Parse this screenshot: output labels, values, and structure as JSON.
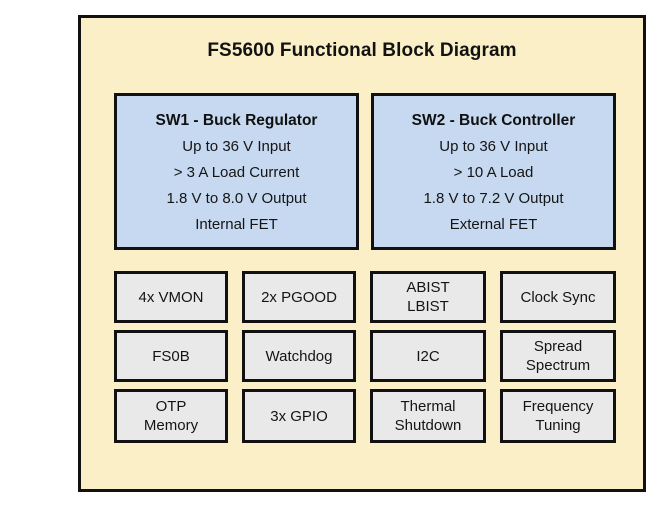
{
  "diagram": {
    "title": "FS5600 Functional Block Diagram",
    "colors": {
      "canvas_background": "#FAEFC6",
      "page_background": "#FFFFFF",
      "border": "#111111",
      "power_block_fill": "#C6D9F0",
      "feature_block_fill": "#E9E9E9",
      "text": "#121212"
    },
    "power_blocks": [
      {
        "id": "sw1",
        "heading": "SW1 - Buck Regulator",
        "specs": [
          "Up to 36 V Input",
          "> 3 A Load Current",
          "1.8 V to 8.0 V Output",
          "Internal FET"
        ]
      },
      {
        "id": "sw2",
        "heading": "SW2 - Buck Controller",
        "specs": [
          "Up to 36 V Input",
          "> 10 A Load",
          "1.8 V to 7.2 V Output",
          "External FET"
        ]
      }
    ],
    "feature_rows": [
      [
        {
          "id": "vmon",
          "lines": [
            "4x VMON"
          ]
        },
        {
          "id": "pgood",
          "lines": [
            "2x PGOOD"
          ]
        },
        {
          "id": "abist-lbist",
          "lines": [
            "ABIST",
            "LBIST"
          ]
        },
        {
          "id": "clock-sync",
          "lines": [
            "Clock Sync"
          ]
        }
      ],
      [
        {
          "id": "fs0b",
          "lines": [
            "FS0B"
          ]
        },
        {
          "id": "watchdog",
          "lines": [
            "Watchdog"
          ]
        },
        {
          "id": "i2c",
          "lines": [
            "I2C"
          ]
        },
        {
          "id": "spread-spectrum",
          "lines": [
            "Spread",
            "Spectrum"
          ]
        }
      ],
      [
        {
          "id": "otp-memory",
          "lines": [
            "OTP",
            "Memory"
          ]
        },
        {
          "id": "gpio",
          "lines": [
            "3x GPIO"
          ]
        },
        {
          "id": "thermal-shutdown",
          "lines": [
            "Thermal",
            "Shutdown"
          ]
        },
        {
          "id": "frequency-tuning",
          "lines": [
            "Frequency",
            "Tuning"
          ]
        }
      ]
    ]
  }
}
